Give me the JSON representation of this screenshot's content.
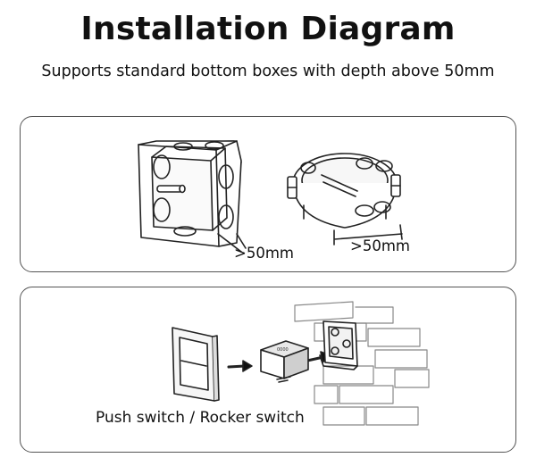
{
  "header": {
    "title": "Installation Diagram",
    "subtitle": "Supports standard bottom boxes with depth above 50mm"
  },
  "top_panel": {
    "square_box_label": ">50mm",
    "round_box_label": ">50mm"
  },
  "bottom_panel": {
    "switch_label": "Push switch / Rocker switch"
  }
}
